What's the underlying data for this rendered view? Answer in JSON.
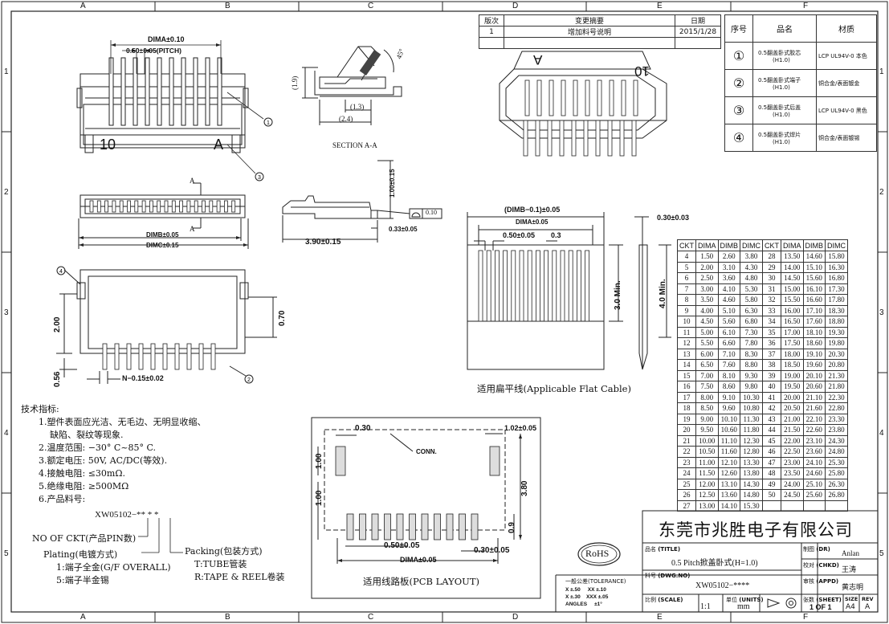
{
  "grid": {
    "cols": [
      "A",
      "B",
      "C",
      "D",
      "E",
      "F"
    ],
    "rows": [
      "1",
      "2",
      "3",
      "4",
      "5"
    ]
  },
  "revision": {
    "headers": [
      "版次",
      "变更摘要",
      "日期"
    ],
    "rows": [
      [
        "1",
        "增加料号说明",
        "2015/1/28"
      ]
    ]
  },
  "materials": {
    "headers": [
      "序号",
      "品名",
      "材质"
    ],
    "rows": [
      {
        "no": "1",
        "name": "0.5翻盖卧式胶芯",
        "sub": "(H1.0)",
        "mat": "LCP UL94V-0 本色"
      },
      {
        "no": "2",
        "name": "0.5翻盖卧式端子",
        "sub": "(H1.0)",
        "mat": "铜合金/表面镀金"
      },
      {
        "no": "3",
        "name": "0.5翻盖卧式后盖",
        "sub": "(H1.0)",
        "mat": "LCP UL94V-0 黑色"
      },
      {
        "no": "4",
        "name": "0.5翻盖卧式焊片",
        "sub": "(H1.0)",
        "mat": "铜合金/表面镀锡"
      }
    ]
  },
  "dims": {
    "dima_top": "DIMA±0.10",
    "pitch": "0.50±0.05(PITCH)",
    "dimb": "DIMB±0.05",
    "dimc": "DIMC±0.15",
    "n_dim": "N−0.15±0.02",
    "h200": "2.00",
    "h070": "0.70",
    "h056": "0.56",
    "sec_19": "(1.9)",
    "sec_13": "(1.3)",
    "sec_24": "(2.4)",
    "angle": "45°",
    "section_label": "SECTION A-A",
    "a_marker": "A",
    "h100": "1.00±0.15",
    "w390": "3.90±0.15",
    "w033": "0.33±0.05",
    "flat": "0.10",
    "label_10": "10",
    "label_A": "A",
    "label_A3d": "A",
    "label_10_3d": "10"
  },
  "cable": {
    "title": "适用扁平线(Applicable Flat Cable)",
    "dimb_minus": "(DIMB−0.1)±0.05",
    "dima": "DIMA±0.05",
    "pitch": "0.50±0.05",
    "w03": "0.3",
    "min3": "3.0 Min.",
    "min4": "4.0 Min.",
    "thick": "0.30±0.03"
  },
  "pcb": {
    "title": "适用线路板(PCB LAYOUT)",
    "conn": "CONN.",
    "w030": "0.30",
    "w102": "1.02±0.05",
    "h100a": "1.00",
    "h100b": "1.00",
    "h380": "3.80",
    "h09": "0.9",
    "pitch": "0.50±0.05",
    "dima": "DIMA±0.05",
    "w030b": "0.30±0.05"
  },
  "ckt_table": {
    "headers": [
      "CKT",
      "DIMA",
      "DIMB",
      "DIMC",
      "CKT",
      "DIMA",
      "DIMB",
      "DIMC"
    ],
    "left": [
      [
        "4",
        "1.50",
        "2.60",
        "3.80"
      ],
      [
        "5",
        "2.00",
        "3.10",
        "4.30"
      ],
      [
        "6",
        "2.50",
        "3.60",
        "4.80"
      ],
      [
        "7",
        "3.00",
        "4.10",
        "5.30"
      ],
      [
        "8",
        "3.50",
        "4.60",
        "5.80"
      ],
      [
        "9",
        "4.00",
        "5.10",
        "6.30"
      ],
      [
        "10",
        "4.50",
        "5.60",
        "6.80"
      ],
      [
        "11",
        "5.00",
        "6.10",
        "7.30"
      ],
      [
        "12",
        "5.50",
        "6.60",
        "7.80"
      ],
      [
        "13",
        "6.00",
        "7.10",
        "8.30"
      ],
      [
        "14",
        "6.50",
        "7.60",
        "8.80"
      ],
      [
        "15",
        "7.00",
        "8.10",
        "9.30"
      ],
      [
        "16",
        "7.50",
        "8.60",
        "9.80"
      ],
      [
        "17",
        "8.00",
        "9.10",
        "10.30"
      ],
      [
        "18",
        "8.50",
        "9.60",
        "10.80"
      ],
      [
        "19",
        "9.00",
        "10.10",
        "11.30"
      ],
      [
        "20",
        "9.50",
        "10.60",
        "11.80"
      ],
      [
        "21",
        "10.00",
        "11.10",
        "12.30"
      ],
      [
        "22",
        "10.50",
        "11.60",
        "12.80"
      ],
      [
        "23",
        "11.00",
        "12.10",
        "13.30"
      ],
      [
        "24",
        "11.50",
        "12.60",
        "13.80"
      ],
      [
        "25",
        "12.00",
        "13.10",
        "14.30"
      ],
      [
        "26",
        "12.50",
        "13.60",
        "14.80"
      ],
      [
        "27",
        "13.00",
        "14.10",
        "15.30"
      ]
    ],
    "right": [
      [
        "28",
        "13.50",
        "14.60",
        "15.80"
      ],
      [
        "29",
        "14.00",
        "15.10",
        "16.30"
      ],
      [
        "30",
        "14.50",
        "15.60",
        "16.80"
      ],
      [
        "31",
        "15.00",
        "16.10",
        "17.30"
      ],
      [
        "32",
        "15.50",
        "16.60",
        "17.80"
      ],
      [
        "33",
        "16.00",
        "17.10",
        "18.30"
      ],
      [
        "34",
        "16.50",
        "17.60",
        "18.80"
      ],
      [
        "35",
        "17.00",
        "18.10",
        "19.30"
      ],
      [
        "36",
        "17.50",
        "18.60",
        "19.80"
      ],
      [
        "37",
        "18.00",
        "19.10",
        "20.30"
      ],
      [
        "38",
        "18.50",
        "19.60",
        "20.80"
      ],
      [
        "39",
        "19.00",
        "20.10",
        "21.30"
      ],
      [
        "40",
        "19.50",
        "20.60",
        "21.80"
      ],
      [
        "41",
        "20.00",
        "21.10",
        "22.30"
      ],
      [
        "42",
        "20.50",
        "21.60",
        "22.80"
      ],
      [
        "43",
        "21.00",
        "22.10",
        "23.30"
      ],
      [
        "44",
        "21.50",
        "22.60",
        "23.80"
      ],
      [
        "45",
        "22.00",
        "23.10",
        "24.30"
      ],
      [
        "46",
        "22.50",
        "23.60",
        "24.80"
      ],
      [
        "47",
        "23.00",
        "24.10",
        "25.30"
      ],
      [
        "48",
        "23.50",
        "24.60",
        "25.80"
      ],
      [
        "49",
        "24.00",
        "25.10",
        "26.30"
      ],
      [
        "50",
        "24.50",
        "25.60",
        "26.80"
      ]
    ]
  },
  "notes": {
    "heading": "技术指标:",
    "items": [
      "1.塑件表面应光洁、无毛边、无明显收缩、",
      "缺陷、裂纹等现象.",
      "2.温度范围: −30° C~85° C.",
      "3.额定电压: 50V, AC/DC(等效).",
      "4.接触电阻: ≤30mΩ.",
      "5.绝缘电阻: ≥500MΩ",
      "6.产品料号:"
    ],
    "part": "XW05102−** * *",
    "ckt_label": "NO OF CKT(产品PIN数)",
    "plating_label": "Plating(电镀方式)",
    "plating_1": "1:端子全金(G/F OVERALL)",
    "plating_5": "5:端子半金锡",
    "packing_label": "Packing(包装方式)",
    "packing_t": "T:TUBE管装",
    "packing_r": "R:TAPE & REEL卷装"
  },
  "title_block": {
    "company": "东莞市兆胜电子有限公司",
    "rohs": "RoHS",
    "title_label": "品名",
    "title_tag": "(TITLE)",
    "title": "0.5 Pitch掀盖卧式(H=1.0)",
    "dwg_label": "料号",
    "dwg_tag": "(DWG.NO)",
    "dwg_no": "XW05102−****",
    "tol_label": "一般公差(TOLERANCE)",
    "tol_1": "X ±.50     XX ±.10",
    "tol_2": "X ±.30    XXX ±.05",
    "tol_3": "ANGLES     ±1°",
    "scale_label": "比例",
    "scale_tag": "(SCALE)",
    "scale": "1:1",
    "unit_label": "单位",
    "unit_tag": "(UNITS)",
    "unit": "mm",
    "dr_label": "制图",
    "dr_tag": "(DR)",
    "dr": "Anlan",
    "chkd_label": "校对",
    "chkd_tag": "(CHKD)",
    "chkd": "王涛",
    "appd_label": "审核",
    "appd_tag": "(APPD)",
    "appd": "黄志明",
    "sheet_label": "张数",
    "sheet_tag": "(SHEET)",
    "sheet": "1 OF 1",
    "size_label": "SIZE",
    "size": "A4",
    "rev_label": "REV",
    "rev": "A"
  }
}
